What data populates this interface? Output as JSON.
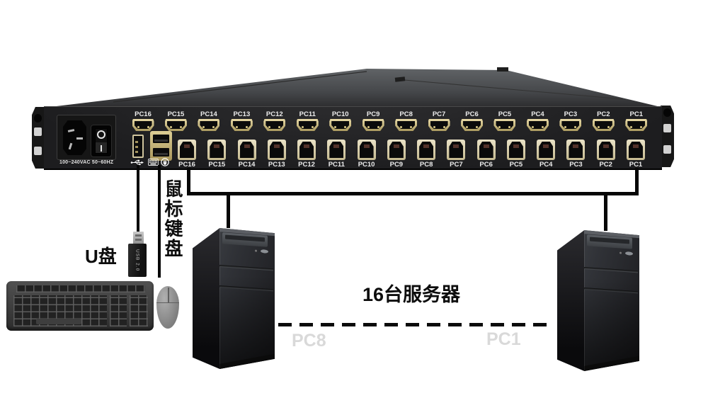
{
  "rear_panel": {
    "power_rating": "100~240VAC 50~60HZ",
    "hdmi_port_labels": [
      "PC16",
      "PC15",
      "PC14",
      "PC13",
      "PC12",
      "PC11",
      "PC10",
      "PC9",
      "PC8",
      "PC7",
      "PC6",
      "PC5",
      "PC4",
      "PC3",
      "PC2",
      "PC1"
    ],
    "usb_b_port_labels": [
      "PC16",
      "PC15",
      "PC14",
      "PC13",
      "PC12",
      "PC11",
      "PC10",
      "PC9",
      "PC8",
      "PC7",
      "PC6",
      "PC5",
      "PC4",
      "PC3",
      "PC2",
      "PC1"
    ]
  },
  "console": {
    "usb_drive_callout": "U盘",
    "usb_drive_body_text": "USB 2.0",
    "mouse_keyboard_callout": "鼠标键盘"
  },
  "servers": {
    "caption": "16台服务器",
    "faint_left_label": "PC8",
    "faint_right_label": "PC1"
  },
  "colors": {
    "hdmi_gold": "#c9b87c",
    "usb_beige": "#ded5b2",
    "panel_black": "#1d1d1f",
    "cable_black": "#060606",
    "faint_text": "#d9d9d9"
  }
}
